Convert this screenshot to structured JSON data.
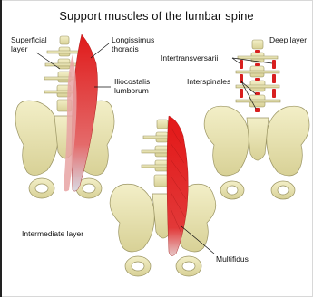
{
  "title": "Support muscles of the lumbar spine",
  "labels": {
    "superficial_layer": "Superficial\nlayer",
    "longissimus_thoracis": "Longissimus\nthoracis",
    "iliocostalis_lumborum": "Iliocostalis\nlumborum",
    "deep_layer": "Deep layer",
    "intertransversarii": "Intertransversarii",
    "interspinales": "Interspinales",
    "intermediate_layer": "Intermediate layer",
    "multifidus": "Multifidus"
  },
  "colors": {
    "bone": "#ece7b8",
    "bone_shadow": "#b9b27c",
    "muscle": "#d81f1f",
    "muscle_light": "#f08a8a",
    "leader": "#111111"
  }
}
